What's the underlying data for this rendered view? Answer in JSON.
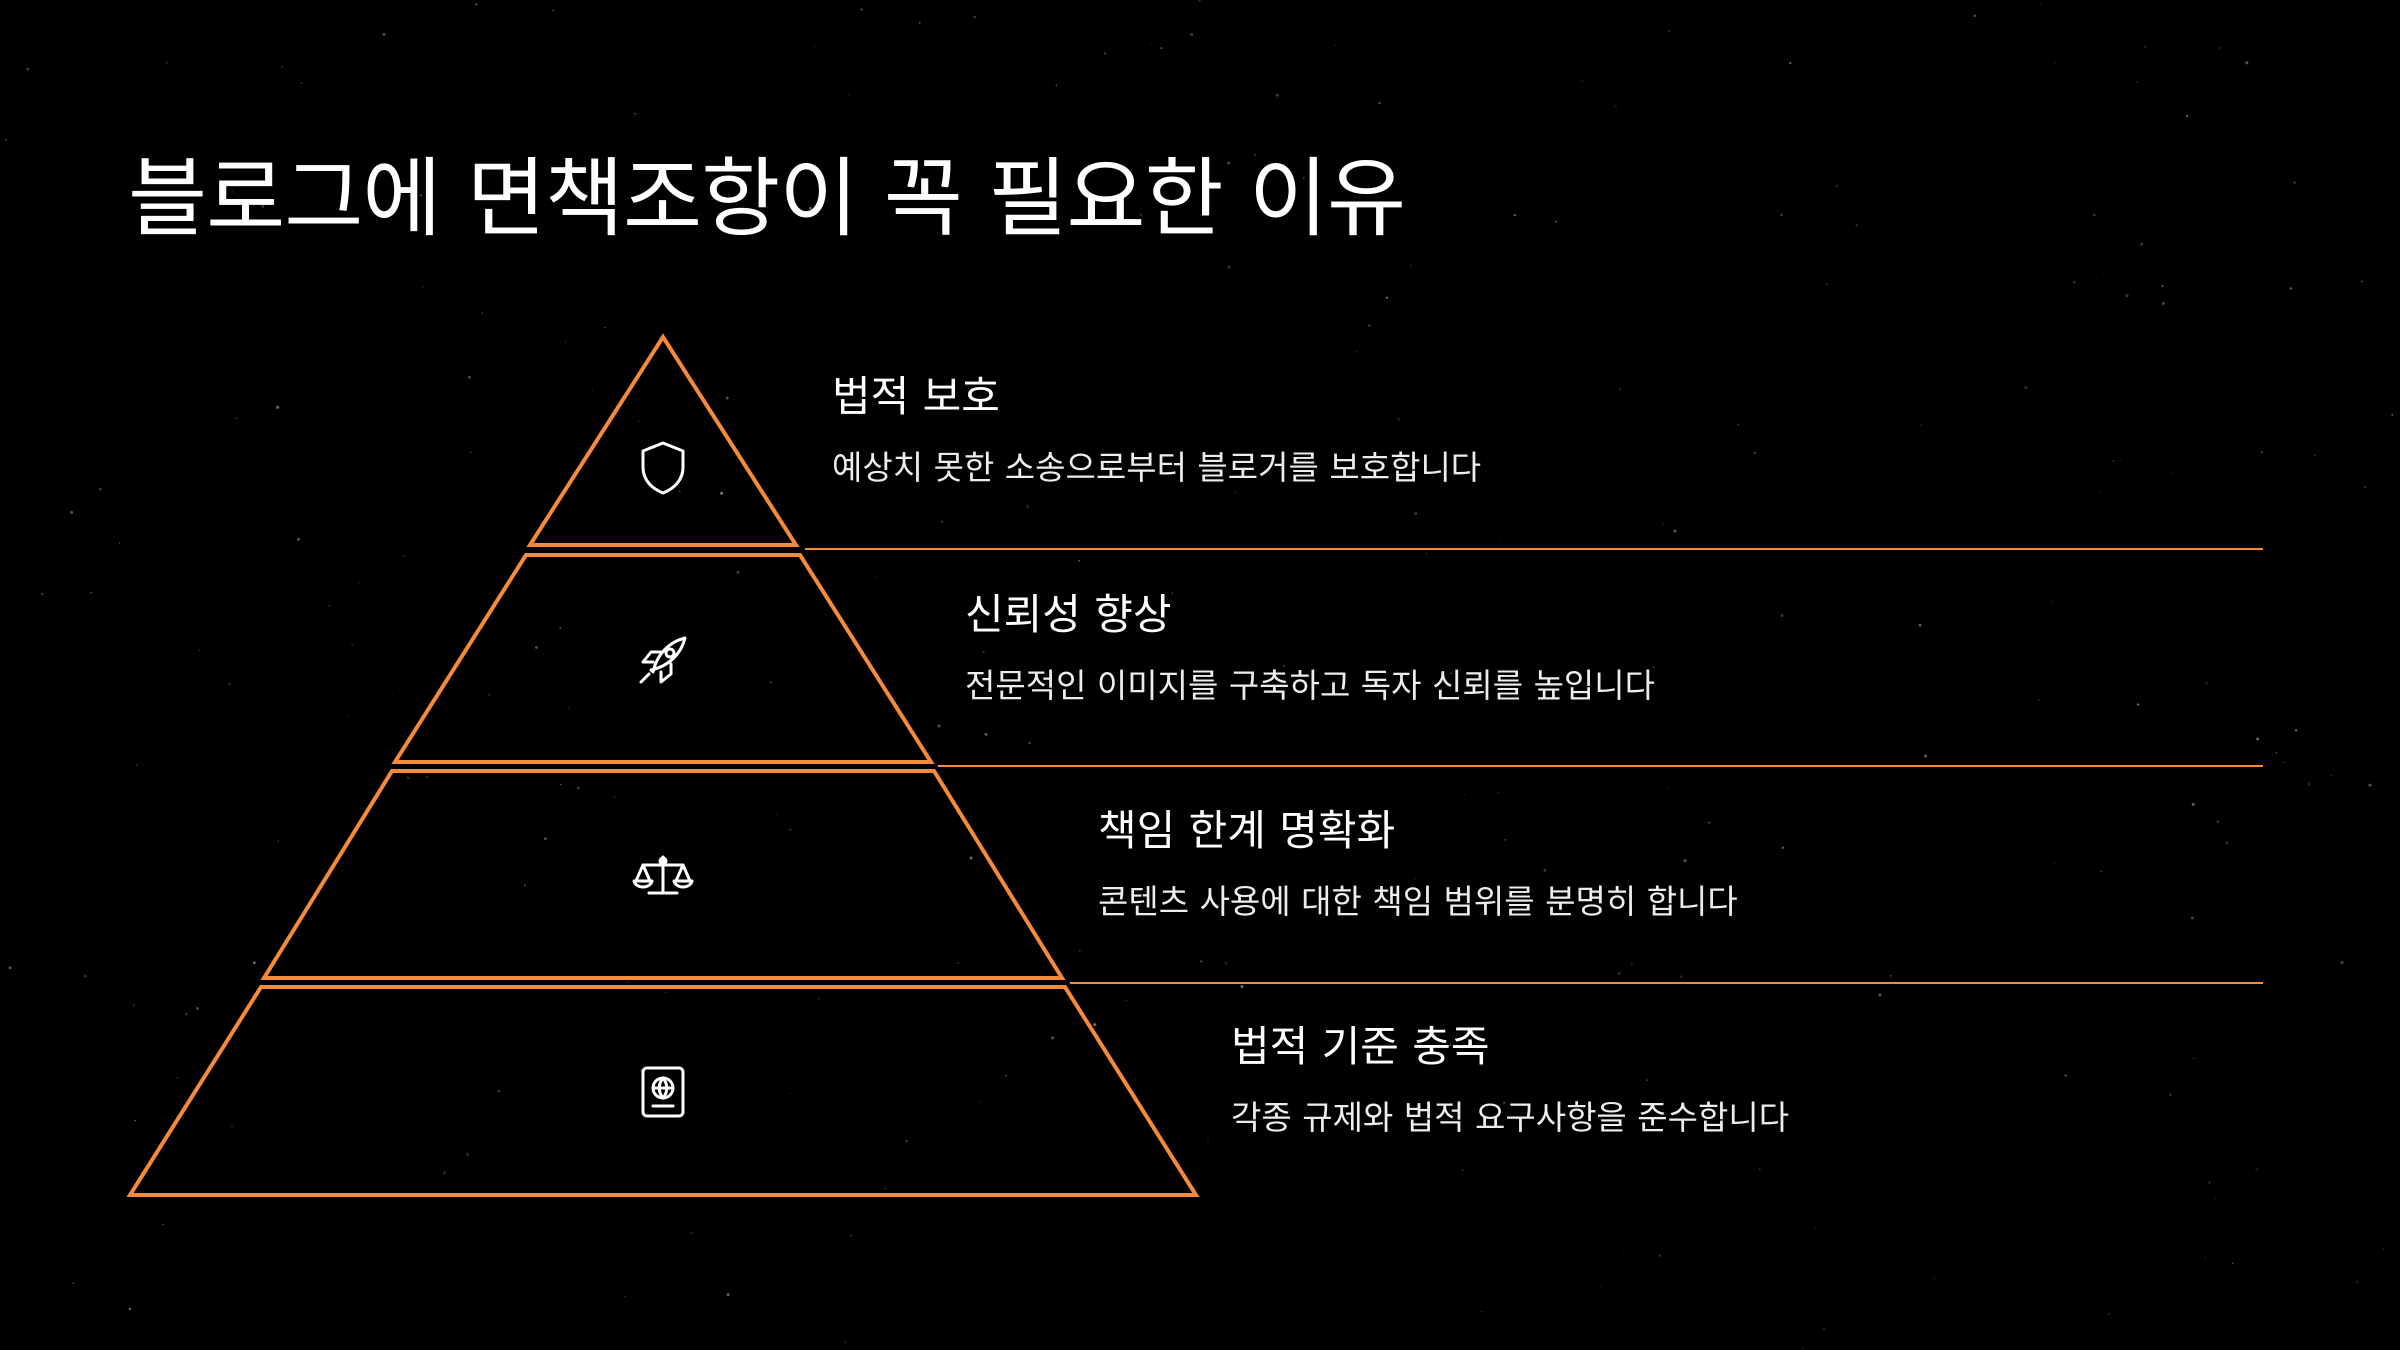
{
  "title": "블로그에 면책조항이 꼭 필요한 이유",
  "colors": {
    "background": "#000000",
    "accent": "#f58a3a",
    "text": "#ffffff"
  },
  "levels": [
    {
      "heading": "법적 보호",
      "description": "예상치 못한 소송으로부터 블로거를 보호합니다",
      "icon": "shield-icon"
    },
    {
      "heading": "신뢰성 향상",
      "description": "전문적인 이미지를 구축하고 독자 신뢰를 높입니다",
      "icon": "rocket-icon"
    },
    {
      "heading": "책임 한계 명확화",
      "description": "콘텐츠 사용에 대한 책임 범위를 분명히 합니다",
      "icon": "scales-icon"
    },
    {
      "heading": "법적 기준 충족",
      "description": "각종 규제와 법적 요구사항을 준수합니다",
      "icon": "passport-icon"
    }
  ]
}
